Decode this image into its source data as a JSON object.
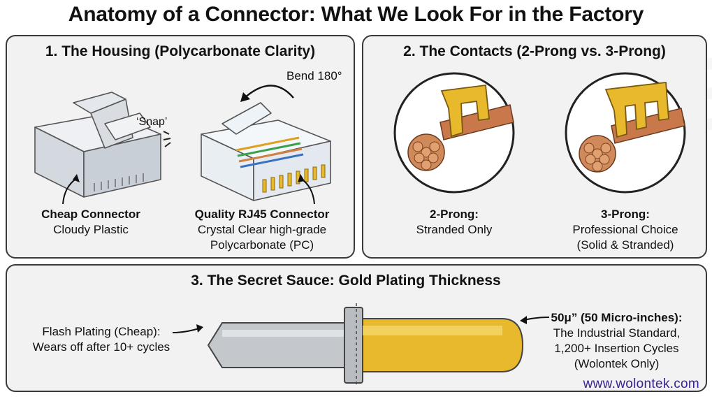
{
  "title": "Anatomy of a Connector: What We Look For in the Factory",
  "housing": {
    "heading": "1. The Housing (Polycarbonate Clarity)",
    "bend_note": "Bend 180°",
    "snap_note": "‘Snap’",
    "cheap_title": "Cheap Connector",
    "cheap_desc": "Cloudy Plastic",
    "quality_title": "Quality RJ45 Connector",
    "quality_desc_1": "Crystal Clear high-grade",
    "quality_desc_2": "Polycarbonate (PC)"
  },
  "contacts": {
    "heading": "2. The Contacts (2-Prong vs. 3-Prong)",
    "two_title": "2-Prong:",
    "two_desc": "Stranded Only",
    "three_title": "3-Prong:",
    "three_desc_1": "Professional Choice",
    "three_desc_2": "(Solid & Stranded)"
  },
  "plating": {
    "heading": "3. The Secret Sauce: Gold Plating Thickness",
    "flash_line_1": "Flash Plating (Cheap):",
    "flash_line_2": "Wears off after 10+ cycles",
    "gold_title": "50μ” (50 Micro-inches):",
    "gold_line_1": "The Industrial Standard,",
    "gold_line_2": "1,200+ Insertion Cycles",
    "gold_line_3": "(Wolontek Only)"
  },
  "website": "www.wolontek.com",
  "colors": {
    "gold": "#e8b92c",
    "copper": "#c8784a",
    "silver": "#c4c7cb",
    "border": "#3a3a3a",
    "panel": "#f2f2f2",
    "website": "#3a2390"
  },
  "watermark_text": "WOLONTEK"
}
